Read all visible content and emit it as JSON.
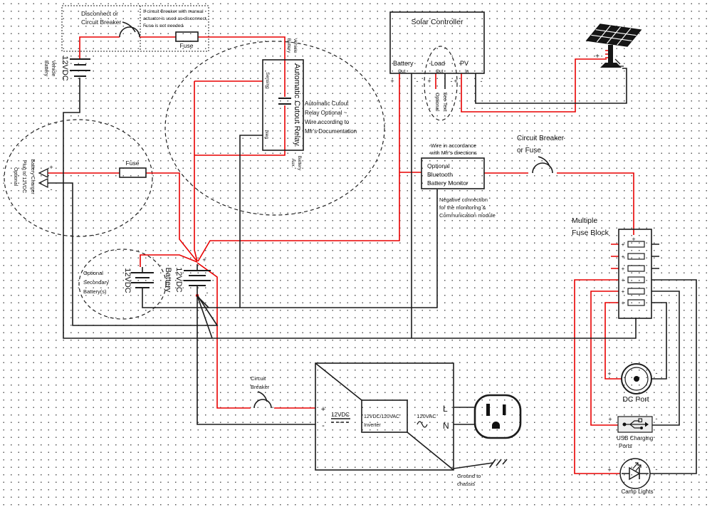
{
  "colors": {
    "positive_wire": "#e80000",
    "negative_wire": "#1c1c1c"
  },
  "top_left_box": {
    "label_line1": "Disconnect or",
    "label_line2": "Circuit Breaker",
    "note_line1": "If circuit Breaker with manual",
    "note_line2": "actuator is used as disconnect,",
    "note_line3": "Fuse is not needed",
    "fuse_label": "Fuse"
  },
  "vehicle_battery": {
    "voltage": "12VDC",
    "label_line1": "Vehicle",
    "label_line2": "Battery"
  },
  "charger_plug": {
    "label_line1": "Optional",
    "label_line2": "Plug to 12VDC",
    "label_line3": "Battery Charger",
    "fuse_label": "Fuse"
  },
  "cutout_relay": {
    "title": "Automatic Cutout Relay",
    "terminal_sensing": "Sensing",
    "terminal_neg": "Neg",
    "terminal_top_line1": "Vehicle",
    "terminal_top_line2": "Battery",
    "terminal_bottom_line1": "Aux.",
    "terminal_bottom_line2": "Battery",
    "note_line1": "Automatic Cutout",
    "note_line2": "Relay Optional ~",
    "note_line3": "Wire according to",
    "note_line4": "Mfr's Documentation"
  },
  "solar_controller": {
    "title": "Solar Controller",
    "battery_label": "Battery",
    "load_label": "Load",
    "pv_label": "PV",
    "out_label": "Out",
    "in_label": "In",
    "optional_line1": "Optional",
    "optional_line2": "See Text"
  },
  "battery_monitor": {
    "note_above_line1": "Wire in accordance",
    "note_above_line2": "with Mfr's directions",
    "line1": "Optional",
    "line2": "Bluetooth",
    "line3": "Battery Monitor",
    "note_below_line1": "Negative connection",
    "note_below_line2": "for the monitoring &",
    "note_below_line3": "Communication module"
  },
  "main_breaker": {
    "label_line1": "Circuit Breaker",
    "label_line2": "or Fuse"
  },
  "fuse_block": {
    "label_line1": "Multiple",
    "label_line2": "Fuse Block"
  },
  "secondary_battery": {
    "label_line1": "Optional",
    "label_line2": "Secondary",
    "label_line3": "Battery(s)",
    "voltage": "12VDC"
  },
  "main_battery": {
    "voltage": "12VDC",
    "label": "Battery"
  },
  "inverter_breaker": {
    "label_line1": "Circuit",
    "label_line2": "Breaker"
  },
  "inverter": {
    "dc_label": "12VDC",
    "title_line1": "12VDC/120VAC",
    "title_line2": "Inverter",
    "ac_label": "120VAC",
    "line_label": "L",
    "neutral_label": "N"
  },
  "ground": {
    "label_line1": "Ground to",
    "label_line2": "chassis"
  },
  "dc_port": {
    "label": "DC Port"
  },
  "usb_ports": {
    "label_line1": "USB Charging",
    "label_line2": "Ports"
  },
  "camp_lights": {
    "label": "Camp Lights"
  },
  "symbols": {
    "plus": "+",
    "minus": "-"
  }
}
